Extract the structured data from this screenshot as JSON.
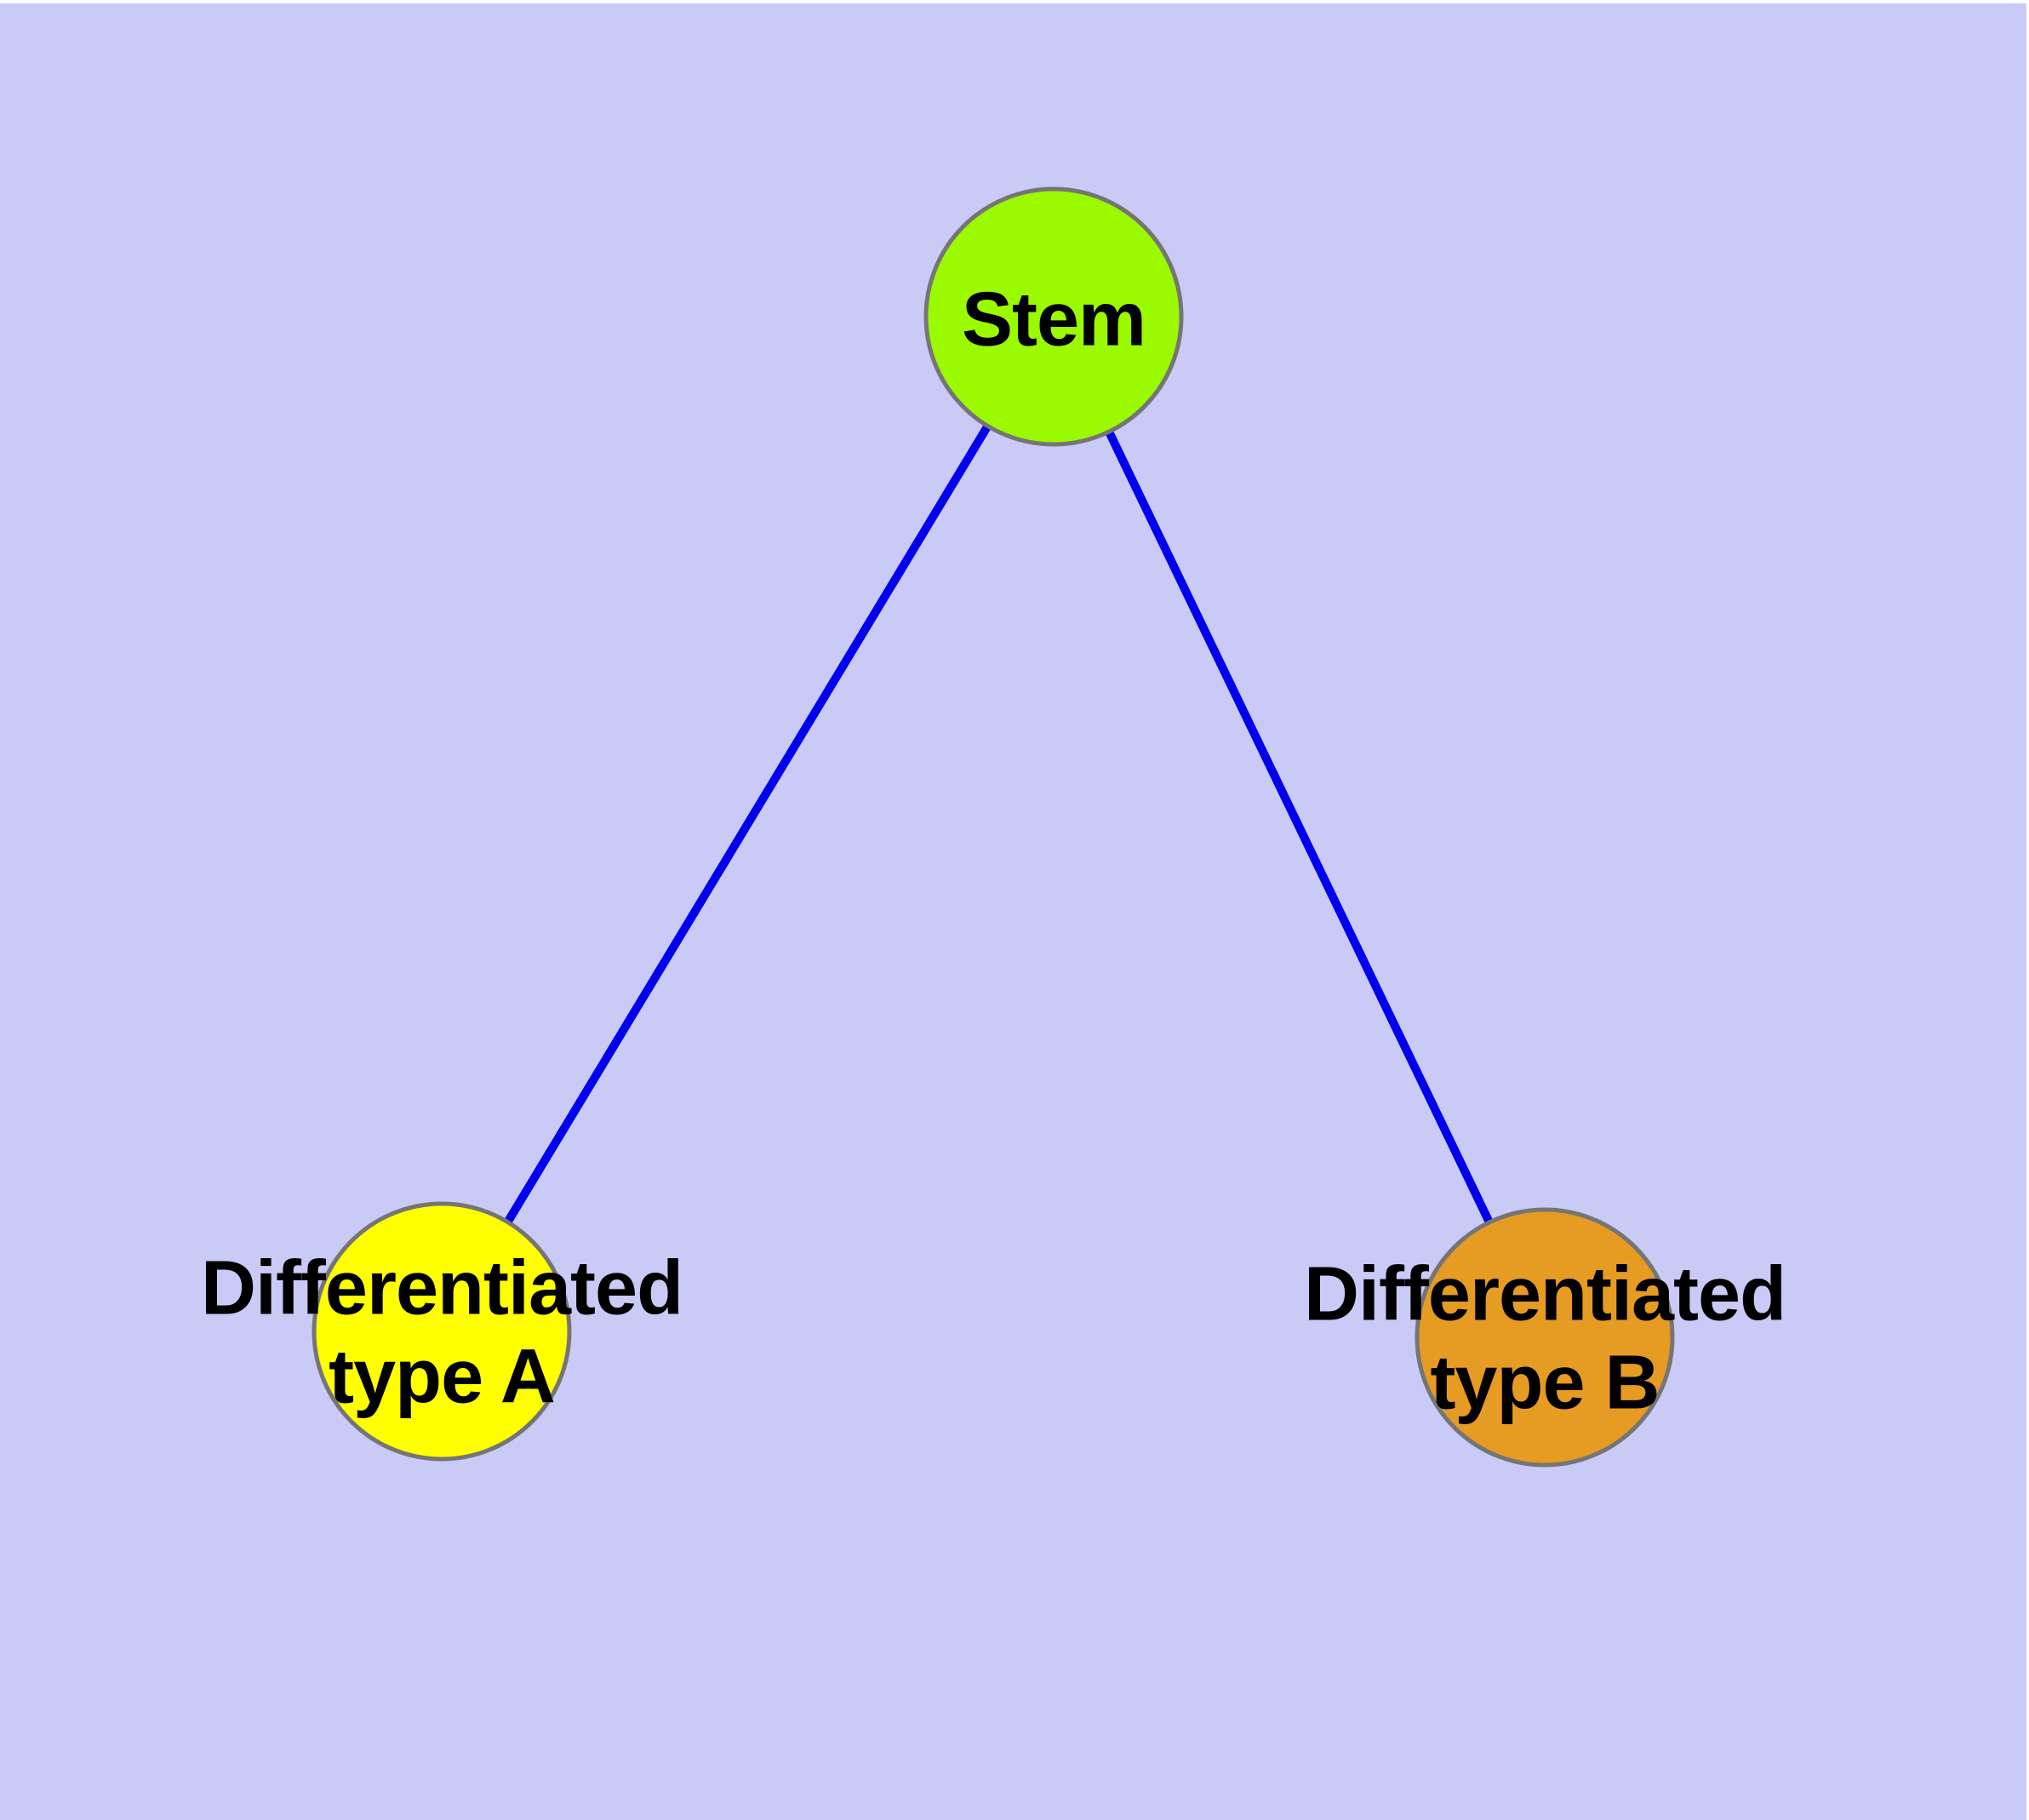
{
  "diagram": {
    "type": "node-link-graph",
    "style": {
      "background_color": "#cacaf7",
      "margin_color": "#ffffff",
      "edge_color": "#0000ee",
      "edge_width": 10,
      "node_border_color": "#757575",
      "label_color": "#000000"
    },
    "nodes": [
      {
        "id": "stem",
        "label": "Stem",
        "color": "#9bf900"
      },
      {
        "id": "type-a",
        "label": "Differentiated\ntype A",
        "color": "#ffff00"
      },
      {
        "id": "type-b",
        "label": "Differentiated\ntype B",
        "color": "#e69b23"
      }
    ],
    "edges": [
      {
        "from": "Stem",
        "to": "Differentiated type A"
      },
      {
        "from": "Stem",
        "to": "Differentiated type B"
      }
    ]
  }
}
